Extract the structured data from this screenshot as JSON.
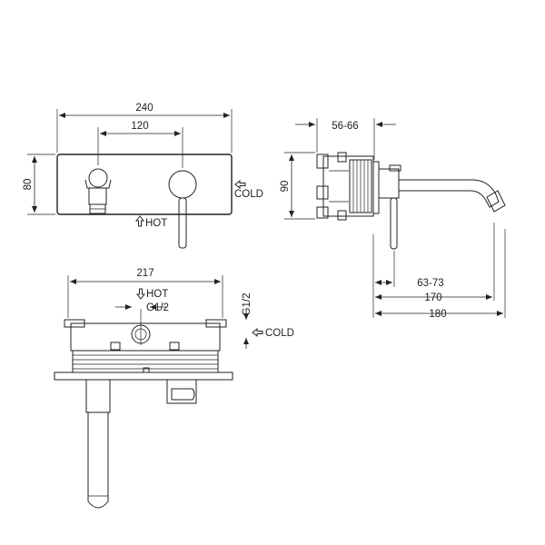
{
  "front_view": {
    "width_label": "240",
    "spacing_label": "120",
    "height_label": "80",
    "cold_label": "COLD",
    "hot_label": "HOT",
    "cold_arrow_icon": "arrow-left-outline-icon",
    "hot_arrow_icon": "arrow-up-outline-icon"
  },
  "side_view": {
    "depth_label": "56-66",
    "height_label": "90",
    "reach_small_label": "63-73",
    "reach_mid_label": "170",
    "reach_large_label": "180"
  },
  "body_view": {
    "width_label": "217",
    "hot_label": "HOT",
    "hot_arrow_icon": "arrow-down-outline-icon",
    "thread_label_h": "G1/2",
    "thread_label_v": "G1/2",
    "cold_label": "COLD",
    "cold_arrow_icon": "arrow-left-outline-icon"
  }
}
